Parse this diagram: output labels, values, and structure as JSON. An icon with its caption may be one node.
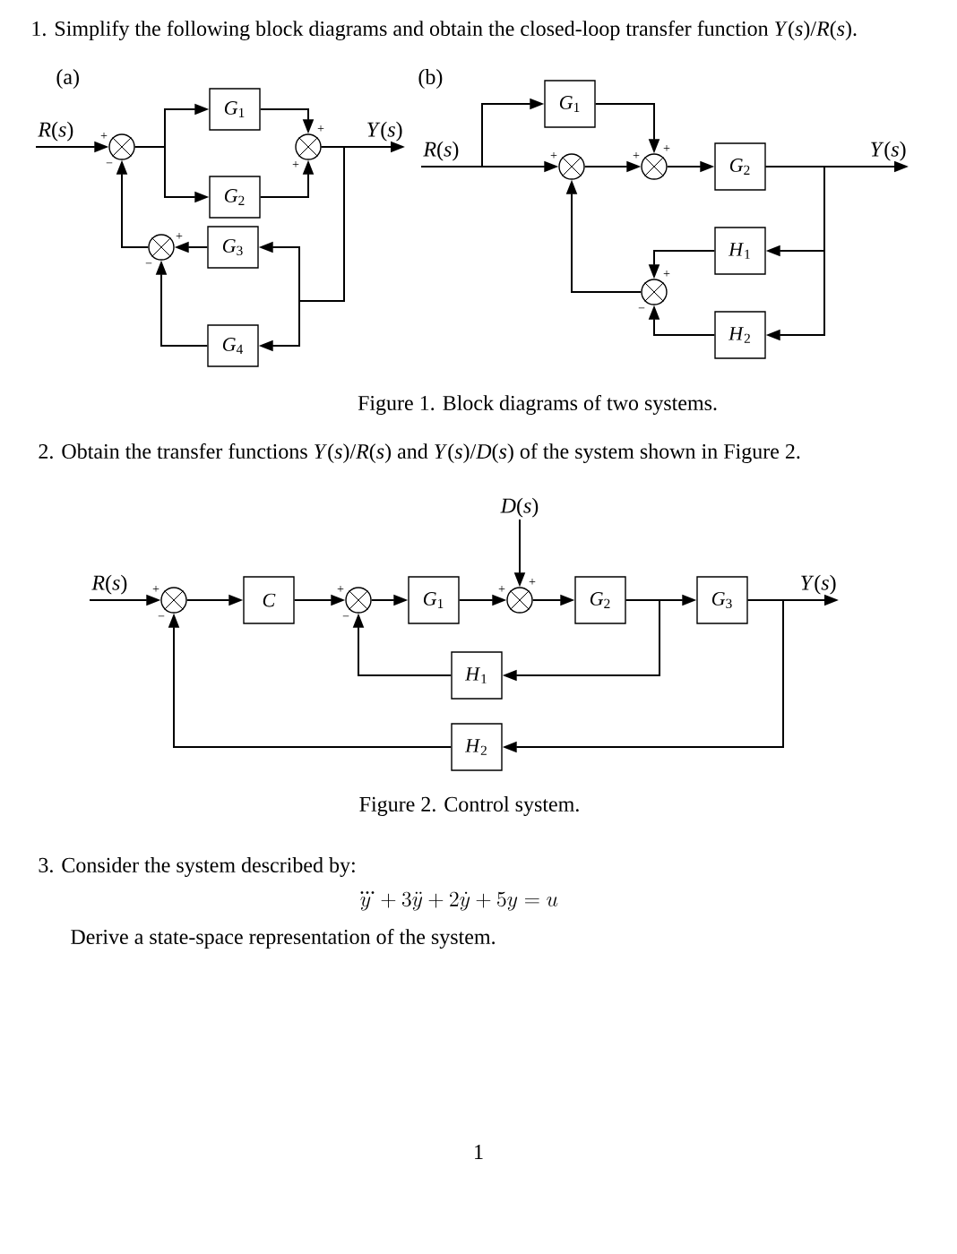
{
  "diagram": {
    "nodes": [
      {
        "text": [
          "*R*(*s*)"
        ]
      },
      {
        "text": [],
        "shape": "circle",
        "beside": [
          "+",
          "−"
        ]
      },
      {
        "text": [
          "*G*$_{1}$"
        ]
      },
      {
        "text": [
          "*G*$_{2}$"
        ]
      },
      {
        "text": [],
        "shape": "circle",
        "beside": [
          "+",
          "+"
        ]
      },
      {
        "text": [
          "*Y*(*s*)"
        ]
      },
      {
        "text": [
          "*G*$_{3}$"
        ]
      },
      {
        "text": [],
        "shape": "circle",
        "beside": [
          "+",
          "−"
        ]
      },
      {
        "text": [
          "*G*$_{4}$"
        ]
      },
      {
        "text": [
          "*R*(*s*)"
        ]
      },
      {
        "text": [
          "*G*$_{1}$"
        ]
      },
      {
        "text": [],
        "shape": "circle",
        "beside": [
          "+"
        ]
      },
      {
        "text": [],
        "shape": "circle",
        "beside": [
          "+",
          "+"
        ]
      },
      {
        "text": [
          "*G*$_{2}$"
        ]
      },
      {
        "text": [
          "*Y*(*s*)"
        ]
      },
      {
        "text": [
          "*H*$_{1}$"
        ]
      },
      {
        "text": [],
        "shape": "circle",
        "beside": [
          "+",
          "−"
        ]
      },
      {
        "text": [
          "*H*$_{2}$"
        ]
      },
      {
        "text": [
          "*D*(*s*)"
        ]
      },
      {
        "text": [
          "*R*(*s*)"
        ]
      },
      {
        "text": [],
        "shape": "circle",
        "beside": [
          "+",
          "−"
        ]
      },
      {
        "text": [
          "*C*"
        ]
      },
      {
        "text": [],
        "shape": "circle",
        "beside": [
          "+",
          "−"
        ]
      },
      {
        "text": [
          "*G*$_{1}$"
        ]
      },
      {
        "text": [],
        "shape": "circle",
        "beside": [
          "+",
          "+"
        ]
      },
      {
        "text": [
          "*G*$_{2}$"
        ]
      },
      {
        "text": [
          "*G*$_{3}$"
        ]
      },
      {
        "text": [
          "*Y*(*s*)"
        ]
      },
      {
        "text": [
          "*H*$_{1}$"
        ]
      },
      {
        "text": [
          "*H*$_{2}$"
        ]
      }
    ],
    "edges": [
      {
        "from": 0,
        "to": 1,
        "arrow": "to"
      },
      {
        "from": 1,
        "to": 2,
        "arrow": "to"
      },
      {
        "from": 1,
        "to": 3,
        "arrow": "to"
      },
      {
        "from": 2,
        "to": 4,
        "arrow": "to"
      },
      {
        "from": 3,
        "to": 4,
        "arrow": "to"
      },
      {
        "from": 4,
        "to": 5,
        "arrow": "to"
      },
      {
        "from": 4,
        "to": 6,
        "arrow": "to"
      },
      {
        "from": 4,
        "to": 8,
        "arrow": "to"
      },
      {
        "from": 6,
        "to": 7,
        "arrow": "to"
      },
      {
        "from": 8,
        "to": 7,
        "arrow": "to"
      },
      {
        "from": 7,
        "to": 1,
        "arrow": "to"
      },
      {
        "from": 9,
        "to": 10,
        "arrow": "to"
      },
      {
        "from": 9,
        "to": 11,
        "arrow": "to"
      },
      {
        "from": 10,
        "to": 12,
        "arrow": "to"
      },
      {
        "from": 11,
        "to": 12,
        "arrow": "to"
      },
      {
        "from": 12,
        "to": 13,
        "arrow": "to"
      },
      {
        "from": 13,
        "to": 14,
        "arrow": "to"
      },
      {
        "from": 13,
        "to": 15,
        "arrow": "to"
      },
      {
        "from": 13,
        "to": 17,
        "arrow": "to"
      },
      {
        "from": 15,
        "to": 16,
        "arrow": "to"
      },
      {
        "from": 17,
        "to": 16,
        "arrow": "to"
      },
      {
        "from": 16,
        "to": 11,
        "arrow": "to"
      },
      {
        "from": 19,
        "to": 20,
        "arrow": "to"
      },
      {
        "from": 20,
        "to": 21,
        "arrow": "to"
      },
      {
        "from": 21,
        "to": 22,
        "arrow": "to"
      },
      {
        "from": 22,
        "to": 23,
        "arrow": "to"
      },
      {
        "from": 23,
        "to": 24,
        "arrow": "to"
      },
      {
        "from": 18,
        "to": 24,
        "arrow": "to"
      },
      {
        "from": 24,
        "to": 25,
        "arrow": "to"
      },
      {
        "from": 25,
        "to": 26,
        "arrow": "to"
      },
      {
        "from": 26,
        "to": 27,
        "arrow": "to"
      },
      {
        "from": 25,
        "to": 28,
        "arrow": "to"
      },
      {
        "from": 28,
        "to": 22,
        "arrow": "to"
      },
      {
        "from": 26,
        "to": 29,
        "arrow": "to"
      },
      {
        "from": 29,
        "to": 20,
        "arrow": "to"
      }
    ],
    "labels": [
      "1. Simplify the following block diagrams and obtain the closed-loop transfer function *Y*(*s*)/*R*(*s*).",
      "(a)",
      "(b)",
      "Figure 1. Block diagrams of two systems.",
      "2. Obtain the transfer functions *Y*(*s*)/*R*(*s*) and *Y*(*s*)/*D*(*s*) of the system shown in Figure 2.",
      "Figure 2. Control system.",
      "3. Consider the system described by:",
      "\\dddot{y}+3\\ddot{y}+2\\dot{y}+5y=u",
      "Derive a state-space representation of the system.",
      "1"
    ]
  }
}
